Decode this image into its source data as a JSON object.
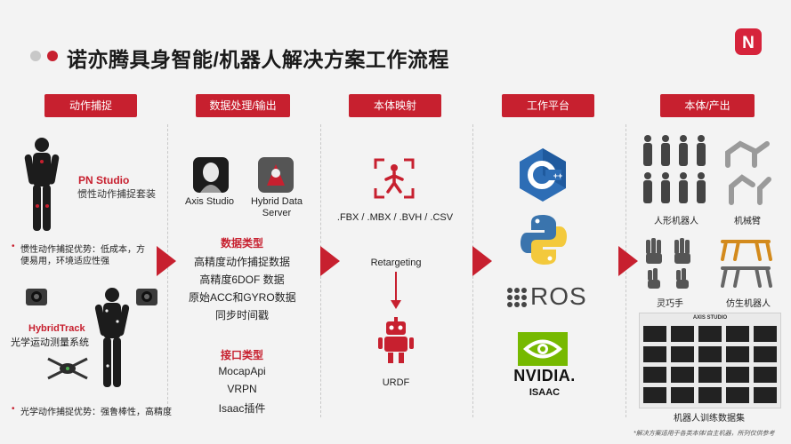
{
  "header": {
    "title": "诺亦腾具身智能/机器人解决方案工作流程",
    "logo_letter": "N",
    "accent": "#c7202f",
    "dot_colors": [
      "#c8c8c8",
      "#c7202f"
    ]
  },
  "columns": [
    {
      "tag": "动作捕捉"
    },
    {
      "tag": "数据处理/输出"
    },
    {
      "tag": "本体映射"
    },
    {
      "tag": "工作平台"
    },
    {
      "tag": "本体/产出"
    }
  ],
  "capture": {
    "pn_title": "PN Studio",
    "pn_subtitle": "惯性动作捕捉套装",
    "pn_bullet_line1": "惯性动作捕捉优势：低成本，方",
    "pn_bullet_line2": "便易用，环境适应性强",
    "hybrid_title": "HybridTrack",
    "hybrid_subtitle": "光学运动测量系统",
    "hybrid_bullet": "光学动作捕捉优势：强鲁棒性，高精度"
  },
  "processing": {
    "app1": "Axis Studio",
    "app2_line1": "Hybrid Data",
    "app2_line2": "Server",
    "data_types_heading": "数据类型",
    "data_types": [
      "高精度动作捕捉数据",
      "高精度6DOF 数据",
      "原始ACC和GYRO数据",
      "同步时间戳"
    ],
    "interfaces_heading": "接口类型",
    "interfaces": [
      "MocapApi",
      "VRPN",
      "Isaac插件"
    ]
  },
  "mapping": {
    "formats": ".FBX / .MBX / .BVH / .CSV",
    "process": "Retargeting",
    "output": "URDF"
  },
  "platforms": {
    "ros_label": "ROS",
    "nvidia_label": "NVIDIA.",
    "isaac_label": "ISAAC"
  },
  "outputs": {
    "humanoid": "人形机器人",
    "arm": "机械臂",
    "hand": "灵巧手",
    "bionic": "仿生机器人",
    "dataset": "机器人训练数据集",
    "dataset_header": "AXIS STUDIO",
    "footnote": "*解决方案适用于各类本体/自主机器，所列仅供参考"
  }
}
